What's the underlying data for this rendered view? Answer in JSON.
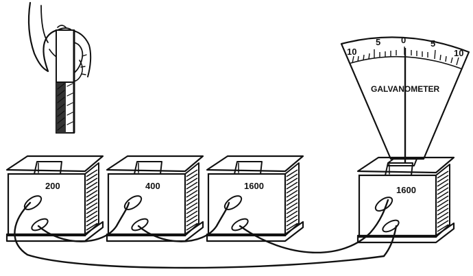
{
  "coils": [
    {
      "turns_label": "200"
    },
    {
      "turns_label": "400"
    },
    {
      "turns_label": "1600"
    },
    {
      "turns_label": "1600"
    }
  ],
  "galvanometer": {
    "title": "GALVANOMETER",
    "scale_labels": [
      "10",
      "5",
      "0",
      "5",
      "10"
    ]
  }
}
